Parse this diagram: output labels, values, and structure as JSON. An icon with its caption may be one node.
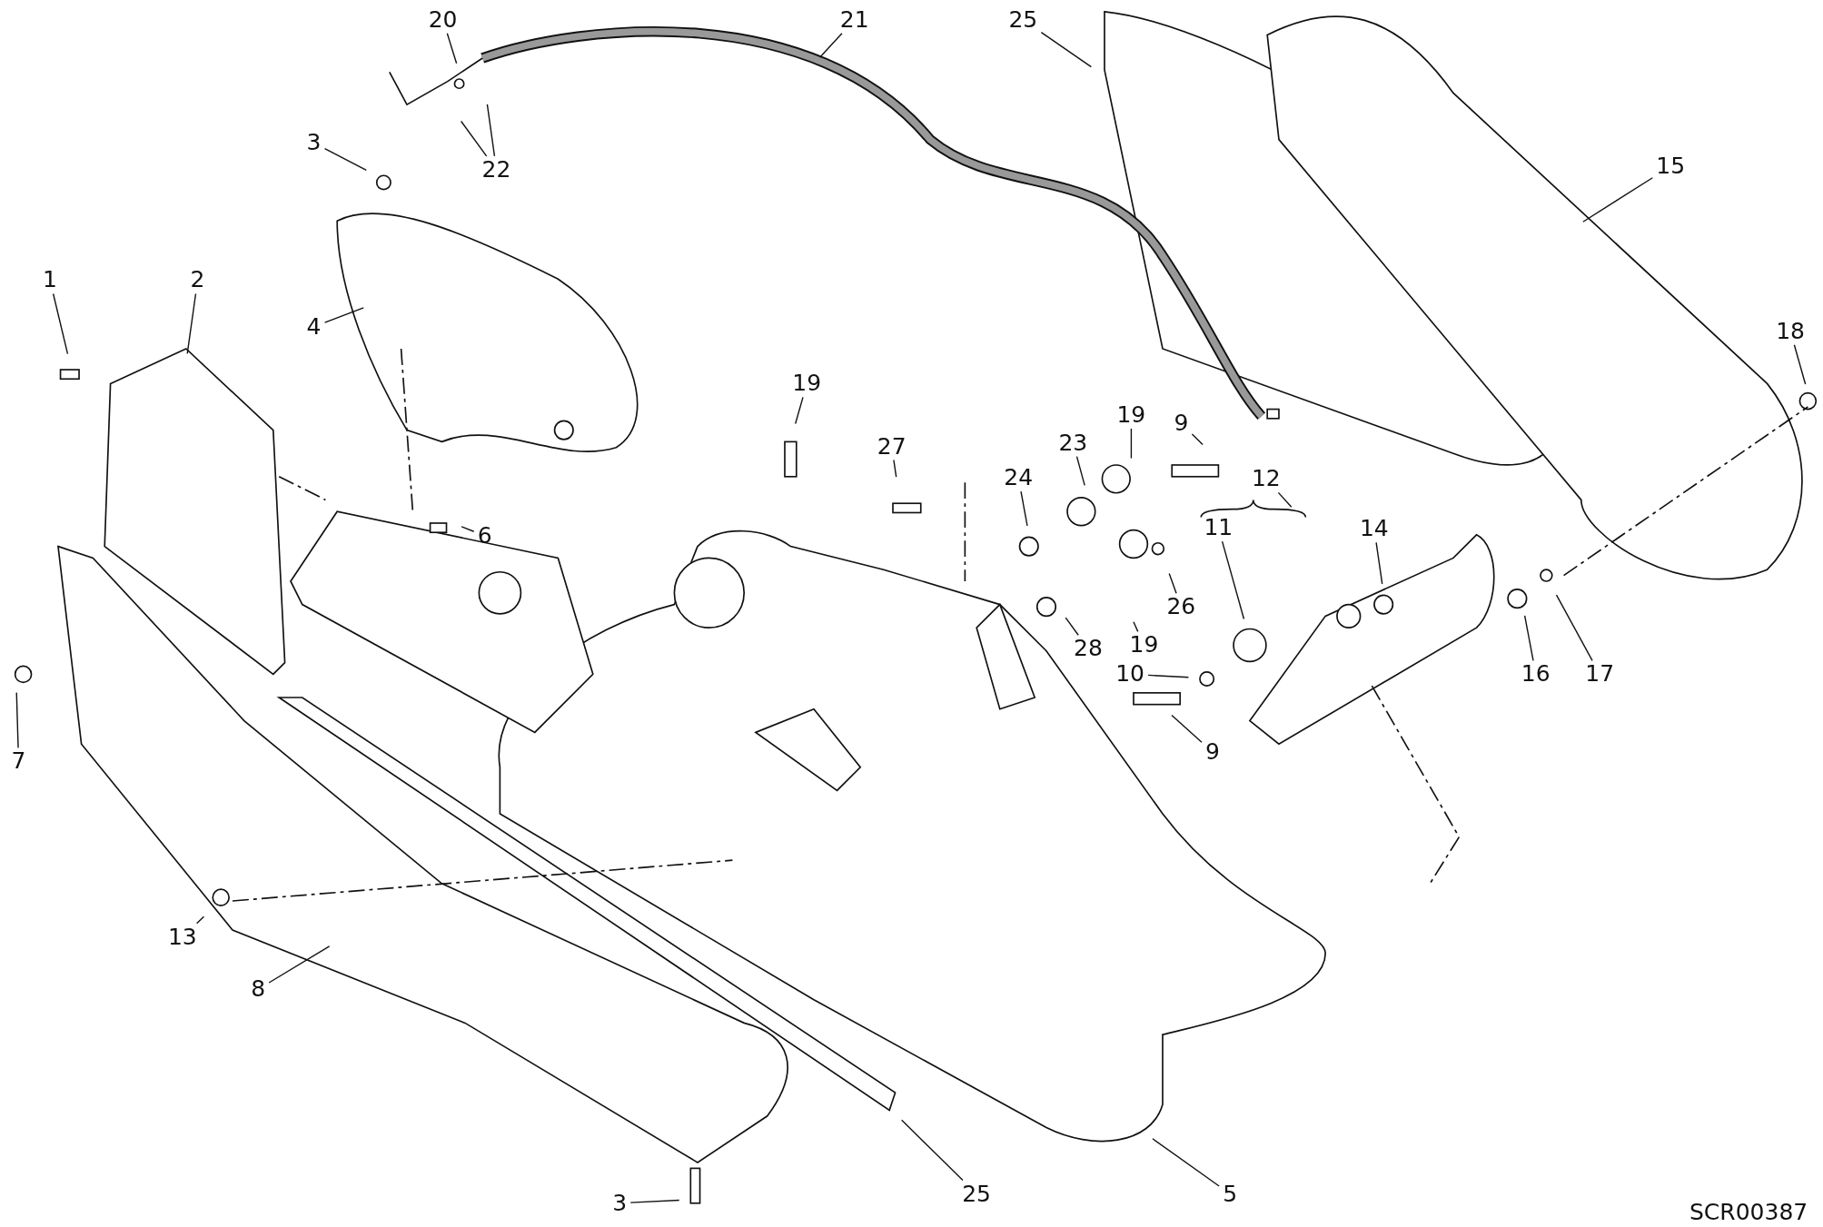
{
  "diagram": {
    "nodes": [
      {
        "text": [
          "20"
        ]
      },
      {
        "text": [
          "21"
        ]
      },
      {
        "text": [
          "25"
        ]
      },
      {
        "text": [
          "3"
        ]
      },
      {
        "text": [
          "22"
        ]
      },
      {
        "text": [
          "15"
        ]
      },
      {
        "text": [
          "1"
        ]
      },
      {
        "text": [
          "2"
        ]
      },
      {
        "text": [
          "4"
        ]
      },
      {
        "text": [
          "18"
        ]
      },
      {
        "text": [
          "19"
        ]
      },
      {
        "text": [
          "9"
        ]
      },
      {
        "text": [
          "19"
        ]
      },
      {
        "text": [
          "23"
        ]
      },
      {
        "text": [
          "27"
        ]
      },
      {
        "text": [
          "24"
        ]
      },
      {
        "text": [
          "12"
        ]
      },
      {
        "text": [
          "11"
        ]
      },
      {
        "text": [
          "14"
        ]
      },
      {
        "text": [
          "6"
        ]
      },
      {
        "text": [
          "26"
        ]
      },
      {
        "text": [
          "28"
        ]
      },
      {
        "text": [
          "19"
        ]
      },
      {
        "text": [
          "10"
        ]
      },
      {
        "text": [
          "16"
        ]
      },
      {
        "text": [
          "17"
        ]
      },
      {
        "text": [
          "9"
        ]
      },
      {
        "text": [
          "7"
        ]
      },
      {
        "text": [
          "13"
        ]
      },
      {
        "text": [
          "8"
        ]
      },
      {
        "text": [
          "25"
        ]
      },
      {
        "text": [
          "3"
        ]
      },
      {
        "text": [
          "5"
        ]
      }
    ],
    "edges": [
      {
        "from": 0,
        "to": null,
        "arrow": "none"
      },
      {
        "from": 1,
        "to": null,
        "arrow": "none"
      },
      {
        "from": 2,
        "to": null,
        "arrow": "none"
      },
      {
        "from": 3,
        "to": null,
        "arrow": "none"
      },
      {
        "from": 4,
        "to": null,
        "arrow": "none"
      },
      {
        "from": 4,
        "to": null,
        "arrow": "none"
      },
      {
        "from": 5,
        "to": null,
        "arrow": "none"
      },
      {
        "from": 6,
        "to": null,
        "arrow": "none"
      },
      {
        "from": 7,
        "to": null,
        "arrow": "none"
      },
      {
        "from": 8,
        "to": null,
        "arrow": "none"
      },
      {
        "from": 9,
        "to": null,
        "arrow": "none"
      },
      {
        "from": 10,
        "to": null,
        "arrow": "none"
      },
      {
        "from": 11,
        "to": null,
        "arrow": "none"
      },
      {
        "from": 12,
        "to": null,
        "arrow": "none"
      },
      {
        "from": 13,
        "to": null,
        "arrow": "none"
      },
      {
        "from": 14,
        "to": null,
        "arrow": "none"
      },
      {
        "from": 15,
        "to": null,
        "arrow": "none"
      },
      {
        "from": 16,
        "to": null,
        "arrow": "none"
      },
      {
        "from": 17,
        "to": null,
        "arrow": "none"
      },
      {
        "from": 18,
        "to": null,
        "arrow": "none"
      },
      {
        "from": 19,
        "to": null,
        "arrow": "none"
      },
      {
        "from": 20,
        "to": null,
        "arrow": "none"
      },
      {
        "from": 21,
        "to": null,
        "arrow": "none"
      },
      {
        "from": 22,
        "to": null,
        "arrow": "none"
      },
      {
        "from": 23,
        "to": null,
        "arrow": "none"
      },
      {
        "from": 24,
        "to": null,
        "arrow": "none"
      },
      {
        "from": 25,
        "to": null,
        "arrow": "none"
      },
      {
        "from": 26,
        "to": null,
        "arrow": "none"
      },
      {
        "from": 27,
        "to": null,
        "arrow": "none"
      },
      {
        "from": 28,
        "to": null,
        "arrow": "none"
      },
      {
        "from": 29,
        "to": null,
        "arrow": "none"
      },
      {
        "from": 30,
        "to": null,
        "arrow": "none"
      },
      {
        "from": 31,
        "to": null,
        "arrow": "none"
      },
      {
        "from": 32,
        "to": null,
        "arrow": "none"
      }
    ],
    "labels": [
      "SCR00387"
    ]
  }
}
